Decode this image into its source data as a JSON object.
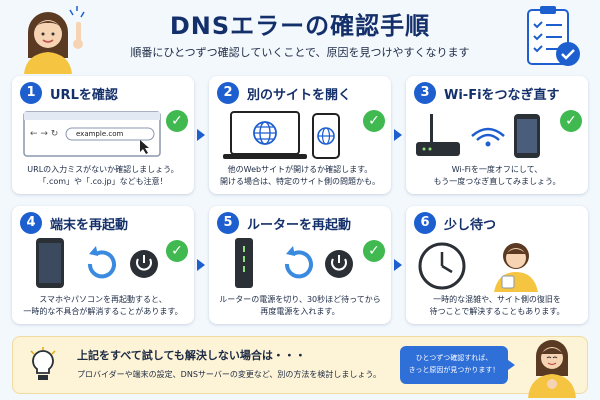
{
  "header": {
    "title": "DNSエラーの確認手順",
    "subtitle": "順番にひとつずつ確認していくことで、原因を見つけやすくなります"
  },
  "steps": [
    {
      "number": "1",
      "title": "URLを確認",
      "url_text": "example.com",
      "desc_lines": [
        "URLの入力ミスがないか確認しましょう。",
        "「.com」や「.co.jp」なども注意！"
      ]
    },
    {
      "number": "2",
      "title": "別のサイトを開く",
      "desc_lines": [
        "他のWebサイトが開けるか確認します。",
        "開ける場合は、特定のサイト側の問題かも。"
      ]
    },
    {
      "number": "3",
      "title": "Wi-Fiをつなぎ直す",
      "desc_lines": [
        "Wi-Fiを一度オフにして、",
        "もう一度つなぎ直してみましょう。"
      ]
    },
    {
      "number": "4",
      "title": "端末を再起動",
      "desc_lines": [
        "スマホやパソコンを再起動すると、",
        "一時的な不具合が解消することがあります。"
      ]
    },
    {
      "number": "5",
      "title": "ルーターを再起動",
      "desc_lines": [
        "ルーターの電源を切り、30秒ほど待ってから",
        "再度電源を入れます。"
      ]
    },
    {
      "number": "6",
      "title": "少し待つ",
      "desc_lines": [
        "一時的な混雑や、サイト側の復旧を",
        "待つことで解決することもあります。"
      ]
    }
  ],
  "check_mark": "✓",
  "bottom": {
    "title": "上記をすべて試しても解決しない場合は・・・",
    "text": "プロバイダーや端末の設定、DNSサーバーの変更など、別の方法を検討しましょう。"
  },
  "bubble_lines": [
    "ひとつずつ確認すれば、",
    "きっと原因が見つかります！"
  ],
  "colors": {
    "accent": "#1e5fcf",
    "title": "#14306b",
    "check": "#3fb950",
    "background": "#f3f8fd",
    "tip_background": "#fdf3d6"
  },
  "icons": [
    "woman-pointing",
    "checklist",
    "browser-window",
    "laptop",
    "smartphone",
    "globe",
    "router",
    "wifi",
    "restart",
    "power",
    "clock",
    "lightbulb"
  ]
}
